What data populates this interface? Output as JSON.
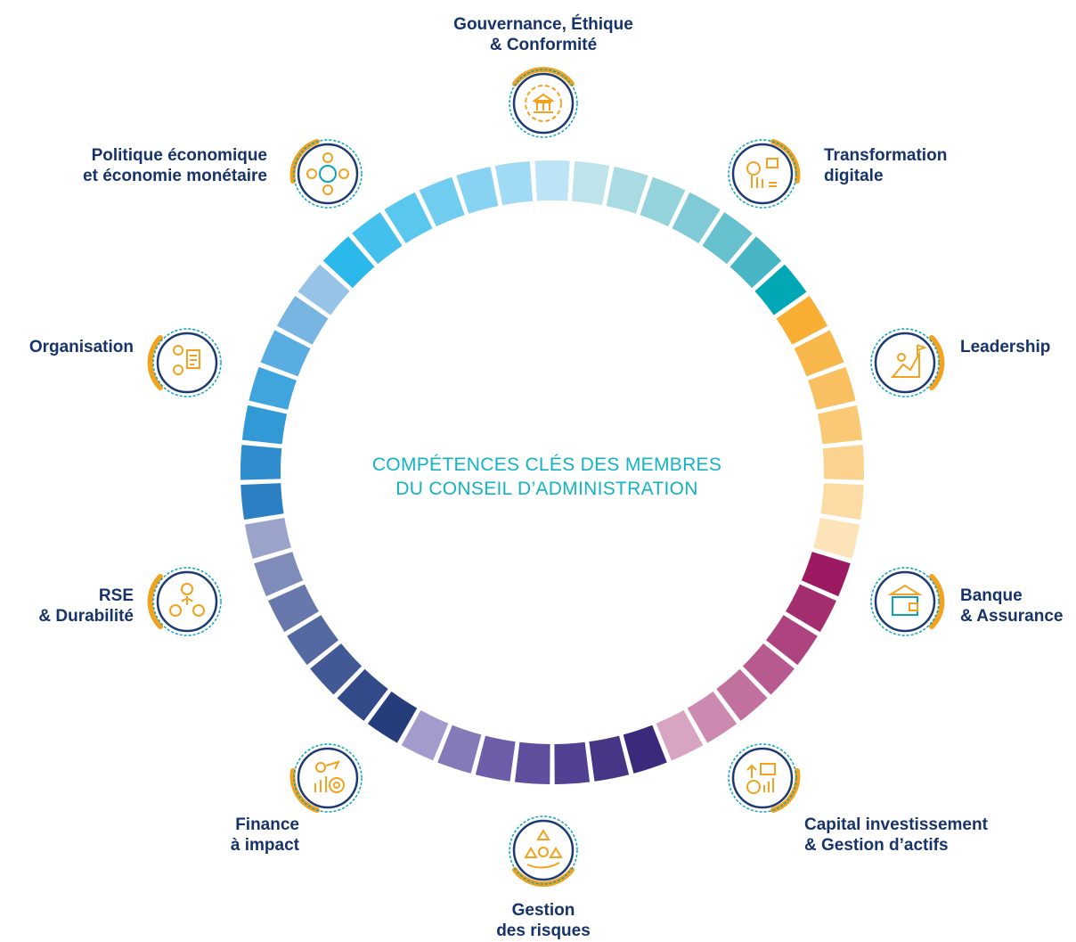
{
  "center_title": {
    "line1": "COMPÉTENCES CLÉS DES MEMBRES",
    "line2": "DU CONSEIL D’ADMINISTRATION"
  },
  "competences": [
    {
      "lines": [
        "Gouvernance, Éthique",
        "& Conformité"
      ],
      "icon": "bank-gear-icon"
    },
    {
      "lines": [
        "Transformation",
        "digitale"
      ],
      "icon": "digital-hand-icon"
    },
    {
      "lines": [
        "Leadership"
      ],
      "icon": "climber-flag-icon"
    },
    {
      "lines": [
        "Banque",
        "& Assurance"
      ],
      "icon": "bank-umbrella-icon"
    },
    {
      "lines": [
        "Capital investissement",
        "& Gestion d’actifs"
      ],
      "icon": "investment-chart-icon"
    },
    {
      "lines": [
        "Gestion",
        "des risques"
      ],
      "icon": "risk-hand-icon"
    },
    {
      "lines": [
        "Finance",
        "à impact"
      ],
      "icon": "impact-target-icon"
    },
    {
      "lines": [
        "RSE",
        "& Durabilité"
      ],
      "icon": "sustainability-people-icon"
    },
    {
      "lines": [
        "Organisation"
      ],
      "icon": "organisation-people-icon"
    },
    {
      "lines": [
        "Politique économique",
        "et économie monétaire"
      ],
      "icon": "globe-currency-icon"
    }
  ],
  "colors": {
    "label": "#17336b",
    "title": "#12b3c2",
    "accent_orange": "#f3a21f",
    "icon_teal": "#0aa5b5",
    "icon_navy": "#1d3a72",
    "ring_groups": [
      [
        "#bfe3ea",
        "#a9dbe3",
        "#95d3dd",
        "#7fcad6",
        "#66c0cd",
        "#47b5c3",
        "#00a8b6"
      ],
      [
        "#f8ae33",
        "#f8b74b",
        "#f9c061",
        "#fac976",
        "#fbd38e",
        "#fcdca4",
        "#fde3b8"
      ],
      [
        "#9b1a61",
        "#a42d70",
        "#ad437f",
        "#b75a8f",
        "#c2719f",
        "#cc8ab0",
        "#d7a4c2"
      ],
      [
        "#3b2a7b",
        "#473586",
        "#524193",
        "#5f4e9e",
        "#6e5eaa",
        "#8579b7",
        "#a49bcd"
      ],
      [
        "#263d7c",
        "#334a89",
        "#425996",
        "#5469a1",
        "#6878ad",
        "#7f8cba",
        "#9aa3c9"
      ],
      [
        "#2c7fc3",
        "#2f8ccd",
        "#3299d7",
        "#3fa5dc",
        "#5aade0",
        "#77b6e2",
        "#97c3e7"
      ],
      [
        "#2bb8ea",
        "#43c0ec",
        "#5ac7ee",
        "#71cdf0",
        "#89d3f2",
        "#a1daf4",
        "#bde3f6"
      ]
    ]
  }
}
